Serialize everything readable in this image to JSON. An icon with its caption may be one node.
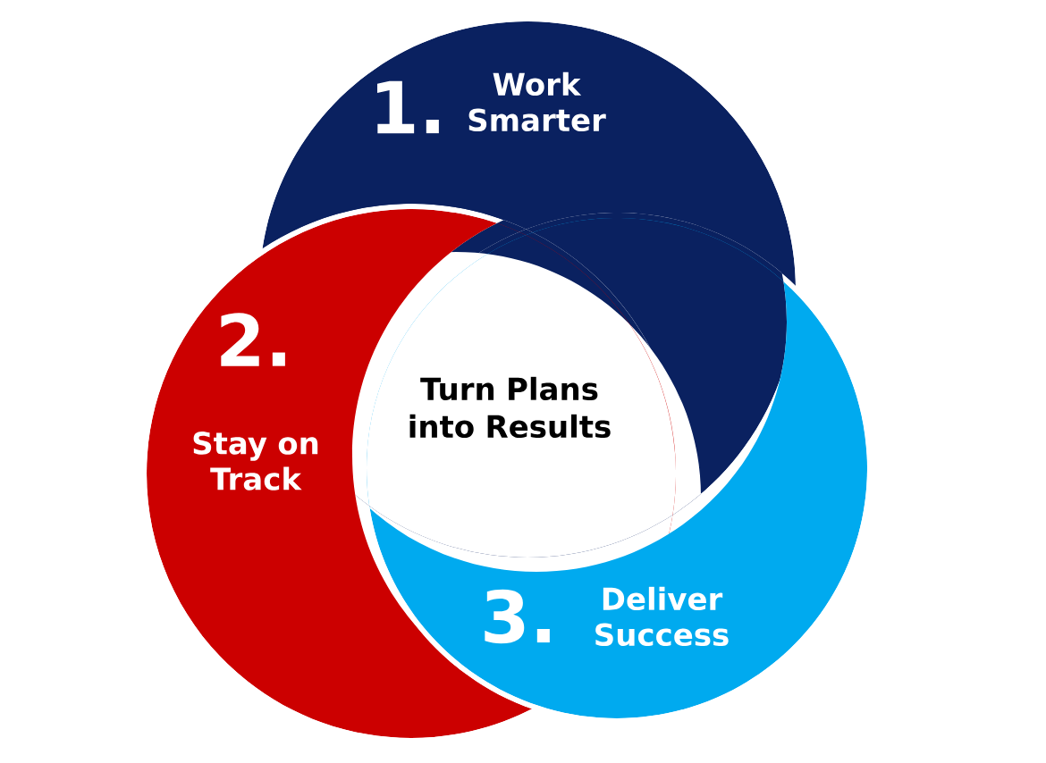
{
  "diagram": {
    "nodes": [
      {
        "text": [
          "1.",
          "Work Smarter"
        ]
      },
      {
        "text": [
          "2.",
          "Stay on Track"
        ]
      },
      {
        "text": [
          "3.",
          "Deliver Success"
        ]
      }
    ],
    "labels": [
      "Turn Plans into Results"
    ]
  }
}
